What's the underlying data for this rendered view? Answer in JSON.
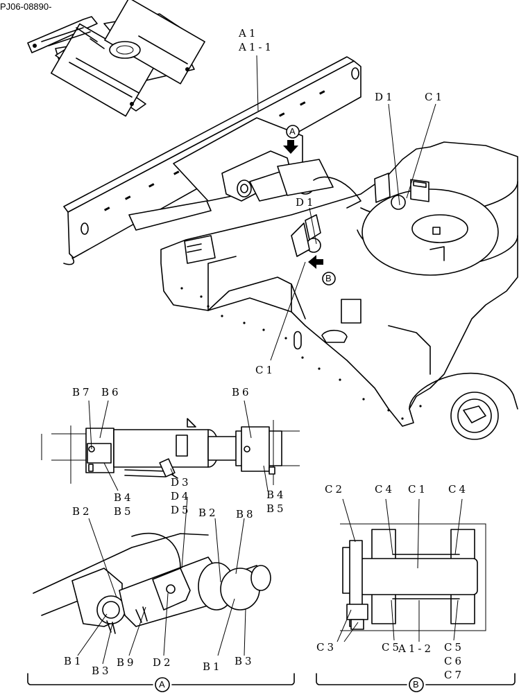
{
  "drawing_code": "PJ06-08890-",
  "main_view": {
    "callouts": {
      "a1": "A1",
      "a1_1": "A1-1",
      "d1_top": "D1",
      "c1_top": "C1",
      "d1_mid": "D1",
      "c1_bottom": "C1"
    },
    "view_markers": {
      "a": "A",
      "b": "B"
    }
  },
  "detail_a_top": {
    "callouts": {
      "b7": "B7",
      "b6_left": "B6",
      "b6_right": "B6",
      "b4_b5_left": [
        "B4",
        "B5"
      ],
      "d3_d4_d5": [
        "D3",
        "D4",
        "D5"
      ],
      "b4_b5_right": [
        "B4",
        "B5"
      ]
    }
  },
  "detail_a_bottom": {
    "callouts": {
      "b2_left": "B2",
      "b2_right": "B2",
      "b8": "B8",
      "b1_left": "B1",
      "b3_left": "B3",
      "b9": "B9",
      "d2": "D2",
      "b1_right": "B1",
      "b3_right": "B3"
    },
    "section_marker": "A"
  },
  "detail_b": {
    "callouts": {
      "c2": "C2",
      "c4_left": "C4",
      "c1": "C1",
      "c4_right": "C4",
      "c3": "C3",
      "c5_left": "C5",
      "a1_2": "A1-2",
      "c5_right_group": [
        "C5",
        "C6",
        "C7"
      ]
    },
    "section_marker": "B"
  }
}
